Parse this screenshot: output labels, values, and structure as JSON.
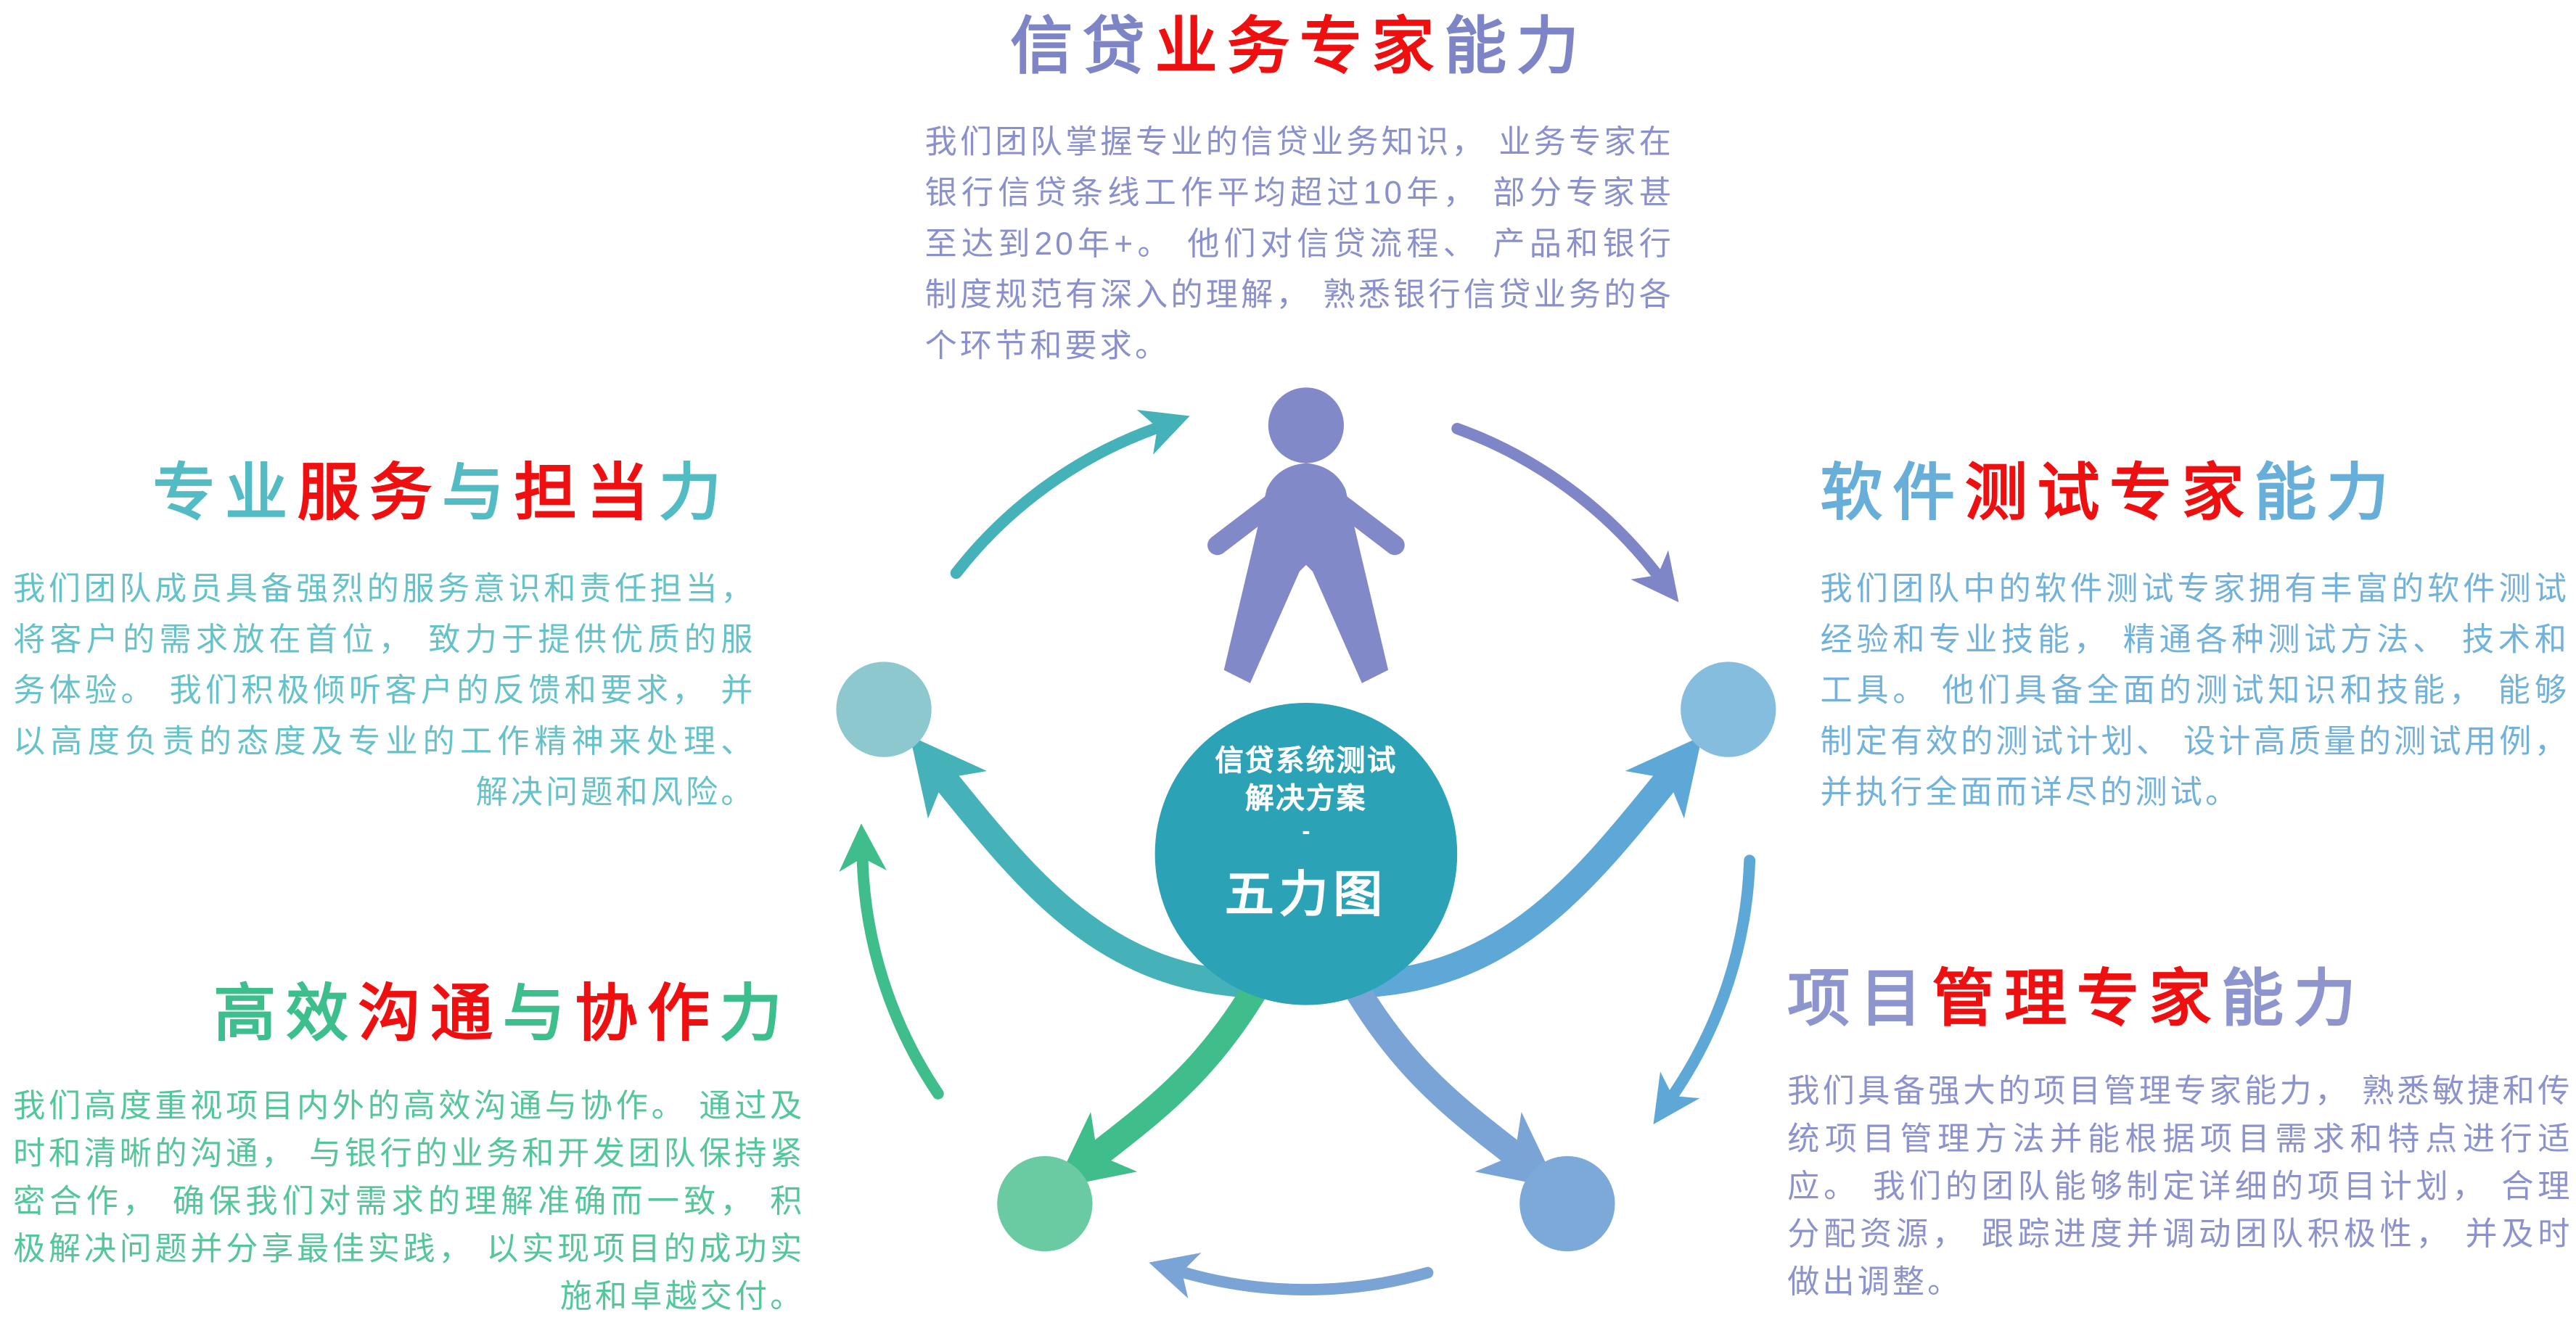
{
  "center": {
    "line1": "信贷系统测试",
    "line2": "解决方案",
    "dash": "-",
    "title": "五力图"
  },
  "sections": {
    "credit_business": {
      "title": [
        {
          "t": "信贷"
        },
        {
          "t": "业务专家",
          "red": true
        },
        {
          "t": "能力"
        }
      ],
      "body": "我们团队掌握专业的信贷业务知识， 业务专家在银行信贷条线工作平均超过10年， 部分专家甚至达到20年+。 他们对信贷流程、 产品和银行制度规范有深入的理解， 熟悉银行信贷业务的各个环节和要求。"
    },
    "software_testing": {
      "title": [
        {
          "t": "软件"
        },
        {
          "t": "测试专家",
          "red": true
        },
        {
          "t": "能力"
        }
      ],
      "body": "我们团队中的软件测试专家拥有丰富的软件测试经验和专业技能， 精通各种测试方法、 技术和工具。 他们具备全面的测试知识和技能， 能够制定有效的测试计划、 设计高质量的测试用例， 并执行全面而详尽的测试。"
    },
    "project_management": {
      "title": [
        {
          "t": "项目"
        },
        {
          "t": "管理专家",
          "red": true
        },
        {
          "t": "能力"
        }
      ],
      "body": "我们具备强大的项目管理专家能力， 熟悉敏捷和传统项目管理方法并能根据项目需求和特点进行适应。 我们的团队能够制定详细的项目计划， 合理分配资源， 跟踪进度并调动团队积极性， 并及时做出调整。"
    },
    "service": {
      "title": [
        {
          "t": "专业"
        },
        {
          "t": "服务",
          "red": true
        },
        {
          "t": "与"
        },
        {
          "t": "担当",
          "red": true
        },
        {
          "t": "力"
        }
      ],
      "body": "我们团队成员具备强烈的服务意识和责任担当， 将客户的需求放在首位， 致力于提供优质的服务体验。 我们积极倾听客户的反馈和要求， 并以高度负责的态度及专业的工作精神来处理、 解决问题和风险。"
    },
    "communication": {
      "title": [
        {
          "t": "高效"
        },
        {
          "t": "沟通",
          "red": true
        },
        {
          "t": "与"
        },
        {
          "t": "协作",
          "red": true
        },
        {
          "t": "力"
        }
      ],
      "body": "我们高度重视项目内外的高效沟通与协作。 通过及时和清晰的沟通， 与银行的业务和开发团队保持紧密合作， 确保我们对需求的理解准确而一致， 积极解决问题并分享最佳实践， 以实现项目的成功实施和卓越交付。"
    }
  },
  "diagram": {
    "flow_direction": "clockwise",
    "nodes": [
      "person-icon-top",
      "dot-right",
      "dot-bottom-right",
      "dot-bottom-left",
      "dot-left"
    ]
  },
  "colors": {
    "red": "#ee1010",
    "purple": "#7d85c6",
    "purple_body": "#8a90cb",
    "blue": "#67aed9",
    "blue_body": "#72b2da",
    "teal": "#53bbc3",
    "teal_body": "#66c2c9",
    "green": "#3dbf8d",
    "green_body": "#55c69a",
    "indigo": "#8d95cf",
    "indigo_body": "#8b92cc",
    "center_circle": "#2ba2b6",
    "node_purple": "#8289c9",
    "node_blue": "#85bddf",
    "node_teal": "#8cc8ce",
    "node_bluepurple": "#7ca9d8",
    "node_green": "#6acaa1",
    "arrow_teal": "#45b2b9",
    "arrow_purple": "#7f86c7",
    "arrow_blue": "#5ea8d8",
    "arrow_bluepurple": "#7aa3d6",
    "arrow_green": "#3fbd8b"
  }
}
